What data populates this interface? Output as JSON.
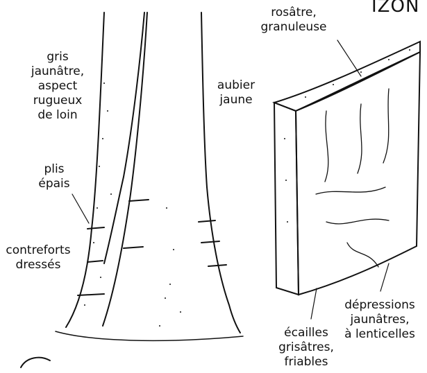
{
  "header": {
    "title_fragment": "IZON"
  },
  "labels": {
    "bark_left": [
      "gris",
      "jaunâtre,",
      "aspect",
      "rugueux",
      "de loin"
    ],
    "sapwood": [
      "aubier",
      "jaune"
    ],
    "folds": [
      "plis",
      "épais"
    ],
    "buttresses": [
      "contreforts",
      "dressés"
    ],
    "slash_top": [
      "rosâtre,",
      "granuleuse"
    ],
    "depressions": [
      "dépressions",
      "jaunâtres,",
      "à lenticelles"
    ],
    "scales": [
      "écailles",
      "grisâtres,",
      "friables"
    ]
  },
  "colors": {
    "ink": "#111111",
    "paper": "#ffffff"
  }
}
